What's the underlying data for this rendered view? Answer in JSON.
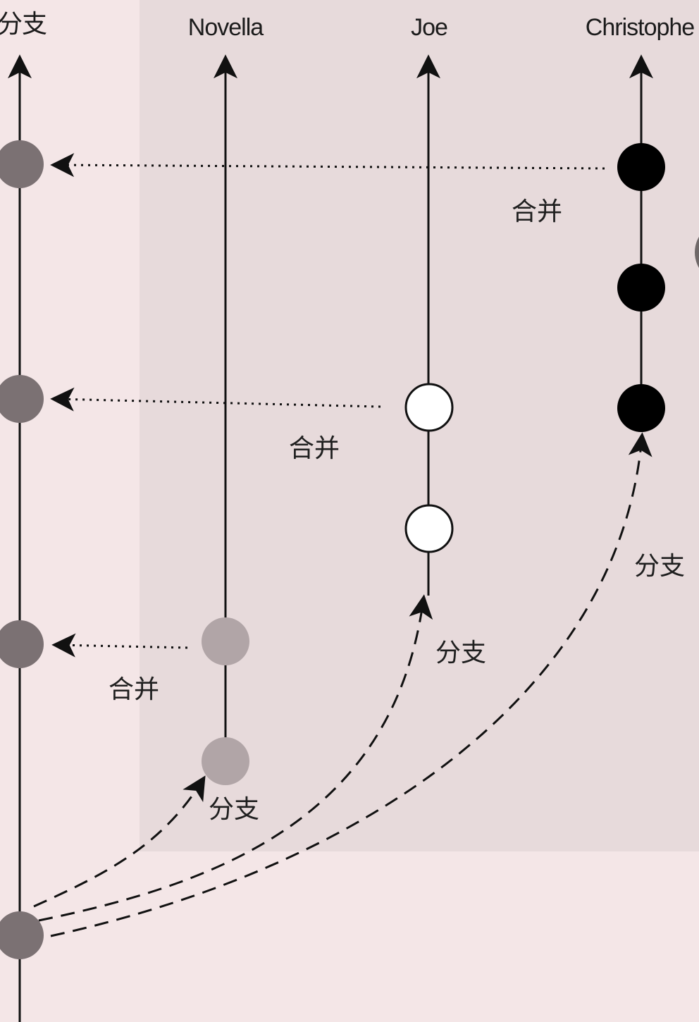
{
  "headers": {
    "main": "分支",
    "novella": "Novella",
    "joe": "Joe",
    "christophe": "Christophe"
  },
  "labels": {
    "merge_christophe": "合并",
    "merge_joe": "合并",
    "merge_novella": "合并",
    "branch_novella": "分支",
    "branch_joe": "分支",
    "branch_christophe": "分支"
  },
  "colors": {
    "page_background": "#f4e6e7",
    "panel_background": "#e7dadb",
    "main_commit": "#7b7173",
    "novella_commit": "#b1a5a7",
    "joe_commit": "#ffffff",
    "christophe_commit": "#000000",
    "line": "#111111"
  }
}
